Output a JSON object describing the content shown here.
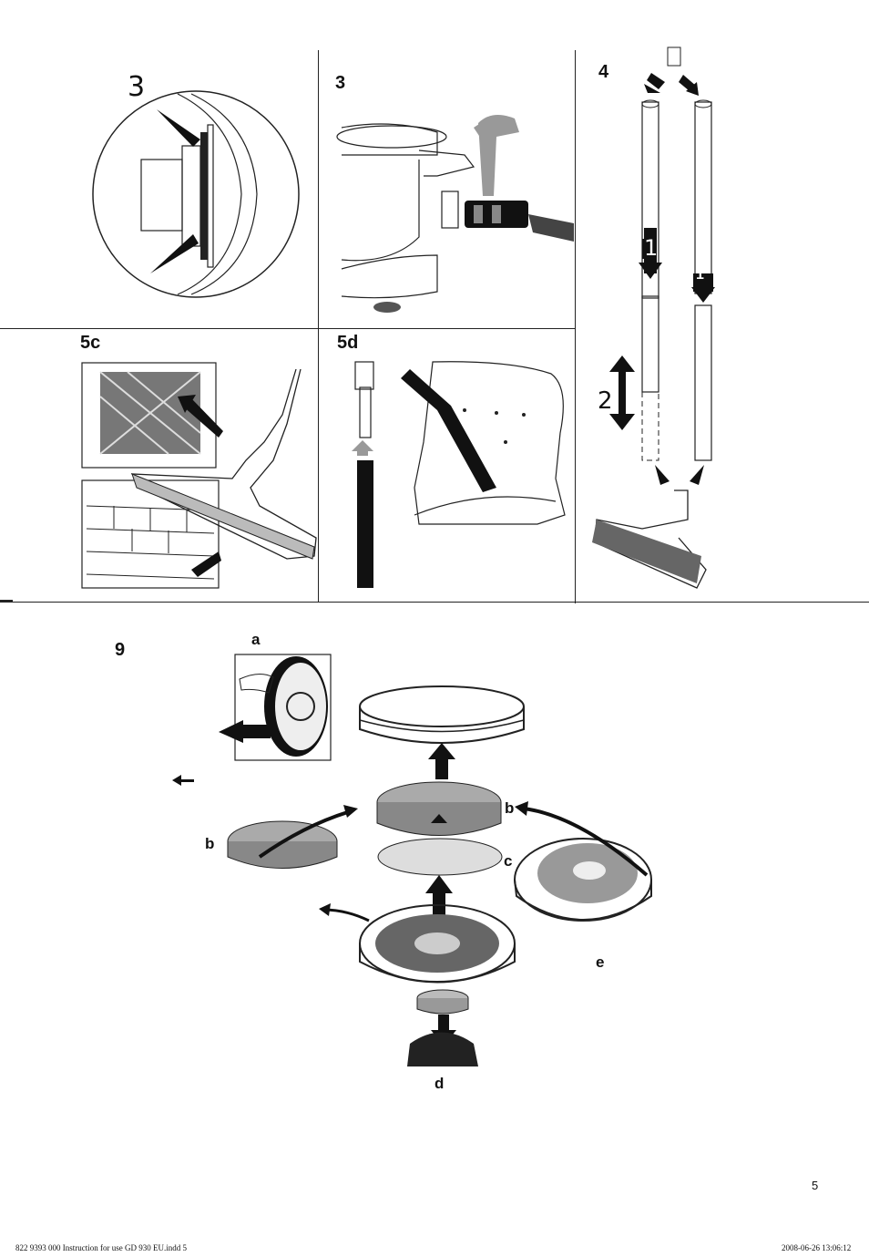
{
  "panels": {
    "p1": {
      "number": "3"
    },
    "p2": {
      "number": "3"
    },
    "p3": {
      "number": "4",
      "step1": "1",
      "step1b": "1",
      "step2": "2"
    },
    "p4": {
      "number": "5c"
    },
    "p5": {
      "number": "5d"
    }
  },
  "section9": {
    "number": "9",
    "labels": {
      "a": "a",
      "b_left": "b",
      "b_right": "b",
      "c": "c",
      "d": "d",
      "e": "e"
    }
  },
  "page_number": "5",
  "footer": {
    "left": "822 9393 000 Instruction for use GD 930 EU.indd   5",
    "right": "2008-06-26   13:06:12"
  }
}
